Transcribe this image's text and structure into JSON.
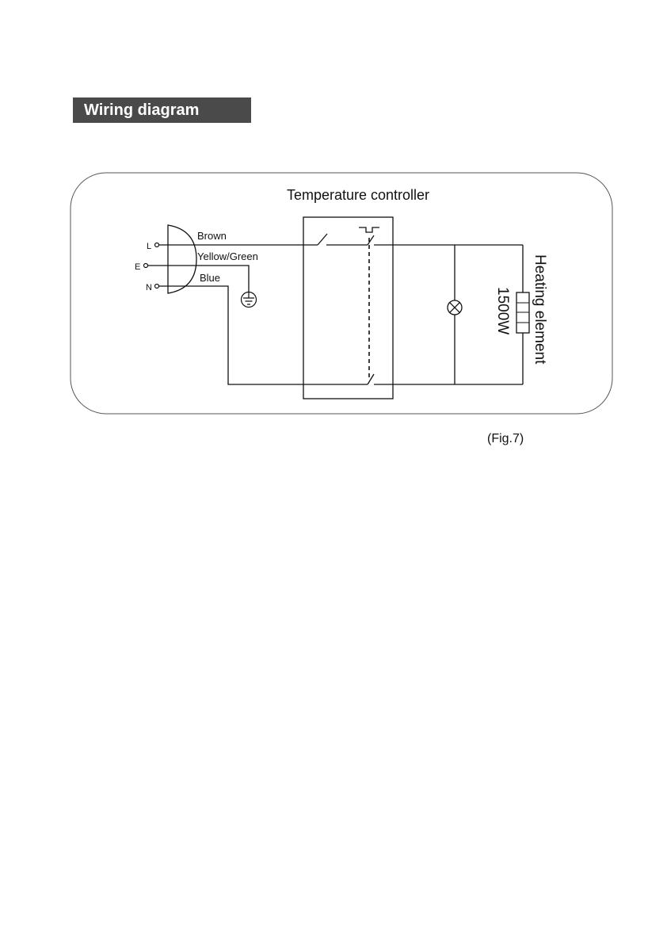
{
  "section": {
    "title": "Wiring diagram"
  },
  "diagram": {
    "controller_label": "Temperature controller",
    "terminals": {
      "live": "L",
      "earth": "E",
      "neutral": "N"
    },
    "wires": {
      "live": "Brown",
      "earth": "Yellow/Green",
      "neutral": "Blue"
    },
    "heating_element_label": "Heating element",
    "heating_element_power": "1500W",
    "caption": "(Fig.7)"
  }
}
